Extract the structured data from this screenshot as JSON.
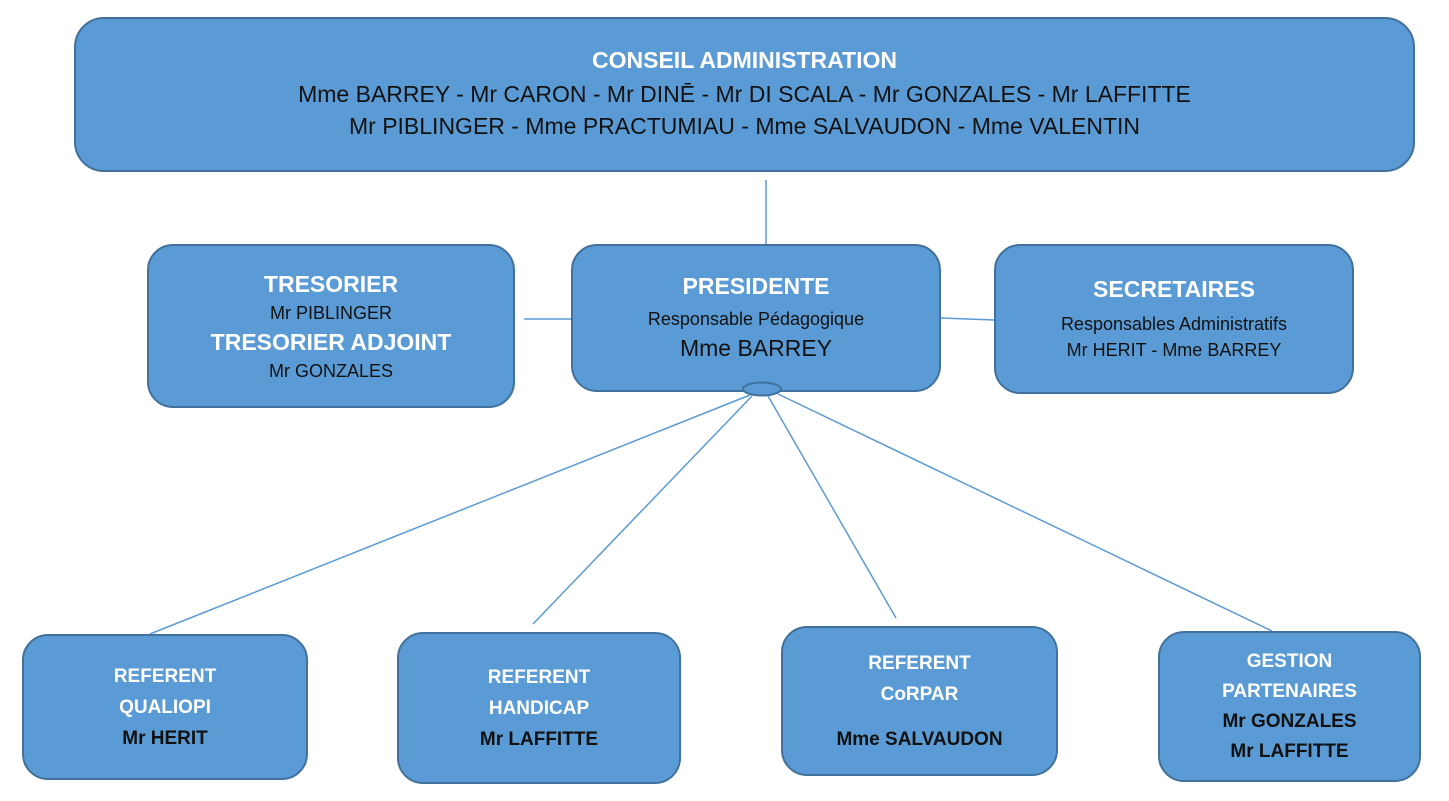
{
  "conseil": {
    "title": "CONSEIL ADMINISTRATION",
    "line1": "Mme BARREY - Mr CARON - Mr DINĒ - Mr DI SCALA  - Mr GONZALES - Mr LAFFITTE",
    "line2": "Mr PIBLINGER - Mme PRACTUMIAU - Mme SALVAUDON - Mme VALENTIN"
  },
  "tresorier": {
    "title": "TRESORIER",
    "name": "Mr PIBLINGER",
    "adjoint_title": "TRESORIER ADJOINT",
    "adjoint_name": "Mr GONZALES"
  },
  "presidente": {
    "title": "PRESIDENTE",
    "role": "Responsable Pédagogique",
    "name": "Mme BARREY"
  },
  "secretaires": {
    "title": "SECRETAIRES",
    "role": "Responsables Administratifs",
    "names": "Mr HERIT - Mme BARREY"
  },
  "referents": [
    {
      "line1": "REFERENT",
      "line2": "QUALIOPI",
      "name": "Mr HERIT"
    },
    {
      "line1": "REFERENT",
      "line2": "HANDICAP",
      "name": "Mr LAFFITTE"
    },
    {
      "line1": "REFERENT",
      "line2": "CoRPAR",
      "name": "Mme SALVAUDON"
    }
  ],
  "gestion": {
    "line1": "GESTION",
    "line2": "PARTENAIRES",
    "name1": "Mr GONZALES",
    "name2": "Mr LAFFITTE"
  },
  "colors": {
    "box_fill": "#5b9bd5",
    "box_border": "#41719c",
    "connector": "#5b9bd5"
  }
}
